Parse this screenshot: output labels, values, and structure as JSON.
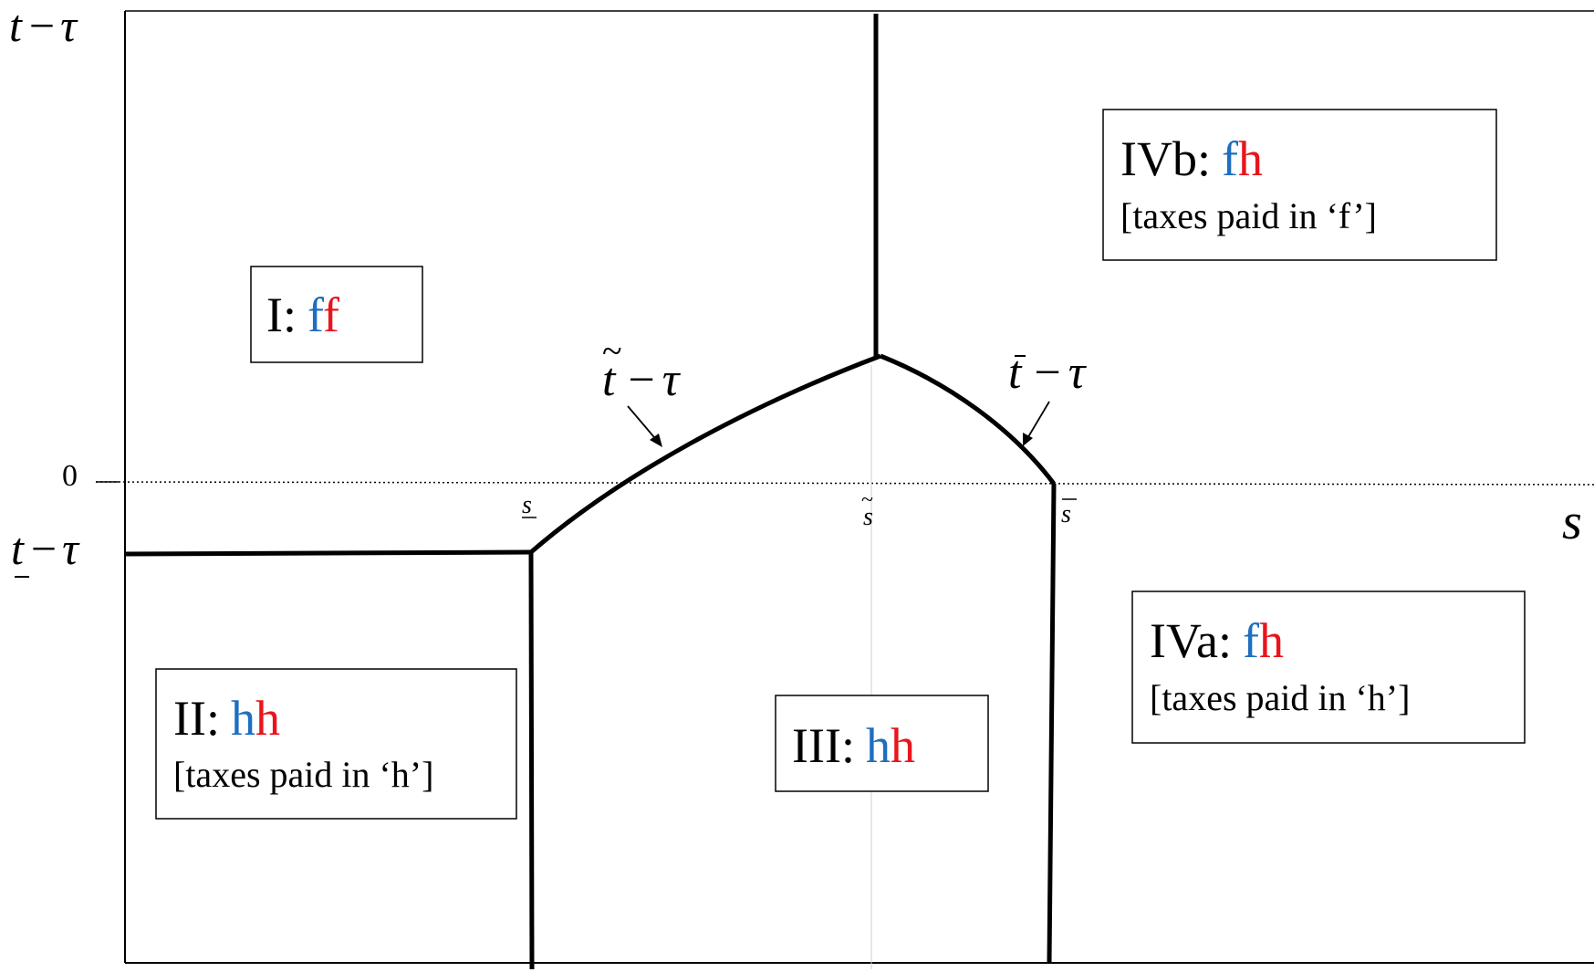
{
  "axes": {
    "y_top": {
      "var": "t",
      "op": "−",
      "sub": "τ"
    },
    "y_low": {
      "var": "t",
      "op": "−",
      "sub": "τ"
    },
    "zero": "0",
    "x_axis": "s"
  },
  "ticks": {
    "s_low": "s",
    "s_tilde": "s",
    "s_bar": "s"
  },
  "curves": {
    "t_tilde": {
      "var": "t",
      "op": "−",
      "sub": "τ"
    },
    "t_bar": {
      "var": "t",
      "op": "−",
      "sub": "τ"
    }
  },
  "regions": {
    "I": {
      "name": "I:",
      "c1": "f",
      "c2": "f",
      "note": ""
    },
    "II": {
      "name": "II:",
      "c1": "h",
      "c2": "h",
      "note": "[taxes paid in ‘h’]"
    },
    "III": {
      "name": "III:",
      "c1": "h",
      "c2": "h",
      "note": ""
    },
    "IVa": {
      "name": "IVa:",
      "c1": "f",
      "c2": "h",
      "note": "[taxes paid in ‘h’]"
    },
    "IVb": {
      "name": "IVb:",
      "c1": "f",
      "c2": "h",
      "note": "[taxes paid in ‘f’]"
    }
  },
  "colors": {
    "first_letter": "#1f6fc0",
    "second_letter": "#e8151d"
  }
}
